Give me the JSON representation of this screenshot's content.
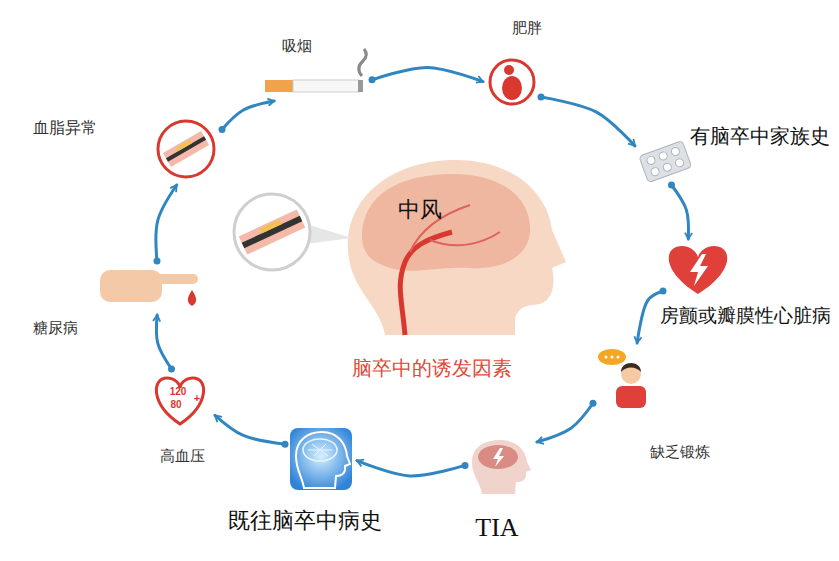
{
  "diagram": {
    "title": "脑卒中的诱发因素",
    "nodes": [
      {
        "text": [
          "吸烟"
        ]
      },
      {
        "text": [
          "肥胖"
        ]
      },
      {
        "text": [
          "有脑卒中家族史"
        ]
      },
      {
        "text": [
          "房颤或瓣膜性心脏病"
        ]
      },
      {
        "text": [
          "缺乏锻炼"
        ]
      },
      {
        "text": [
          "TIA"
        ]
      },
      {
        "text": [
          "既往脑卒中病史"
        ]
      },
      {
        "text": [
          "高血压"
        ]
      },
      {
        "text": [
          "糖尿病"
        ]
      },
      {
        "text": [
          "血脂异常"
        ]
      }
    ],
    "edges": [
      {
        "from": 0,
        "to": 1,
        "arrow": "to"
      },
      {
        "from": 1,
        "to": 2,
        "arrow": "to"
      },
      {
        "from": 2,
        "to": 3,
        "arrow": "to"
      },
      {
        "from": 3,
        "to": 4,
        "arrow": "to"
      },
      {
        "from": 4,
        "to": 5,
        "arrow": "to"
      },
      {
        "from": 5,
        "to": 6,
        "arrow": "to"
      },
      {
        "from": 6,
        "to": 7,
        "arrow": "to"
      },
      {
        "from": 7,
        "to": 8,
        "arrow": "to"
      },
      {
        "from": 8,
        "to": 9,
        "arrow": "to"
      },
      {
        "from": 9,
        "to": 0,
        "arrow": "to"
      }
    ],
    "labels": [
      "中风",
      "120",
      "80",
      "+"
    ]
  }
}
